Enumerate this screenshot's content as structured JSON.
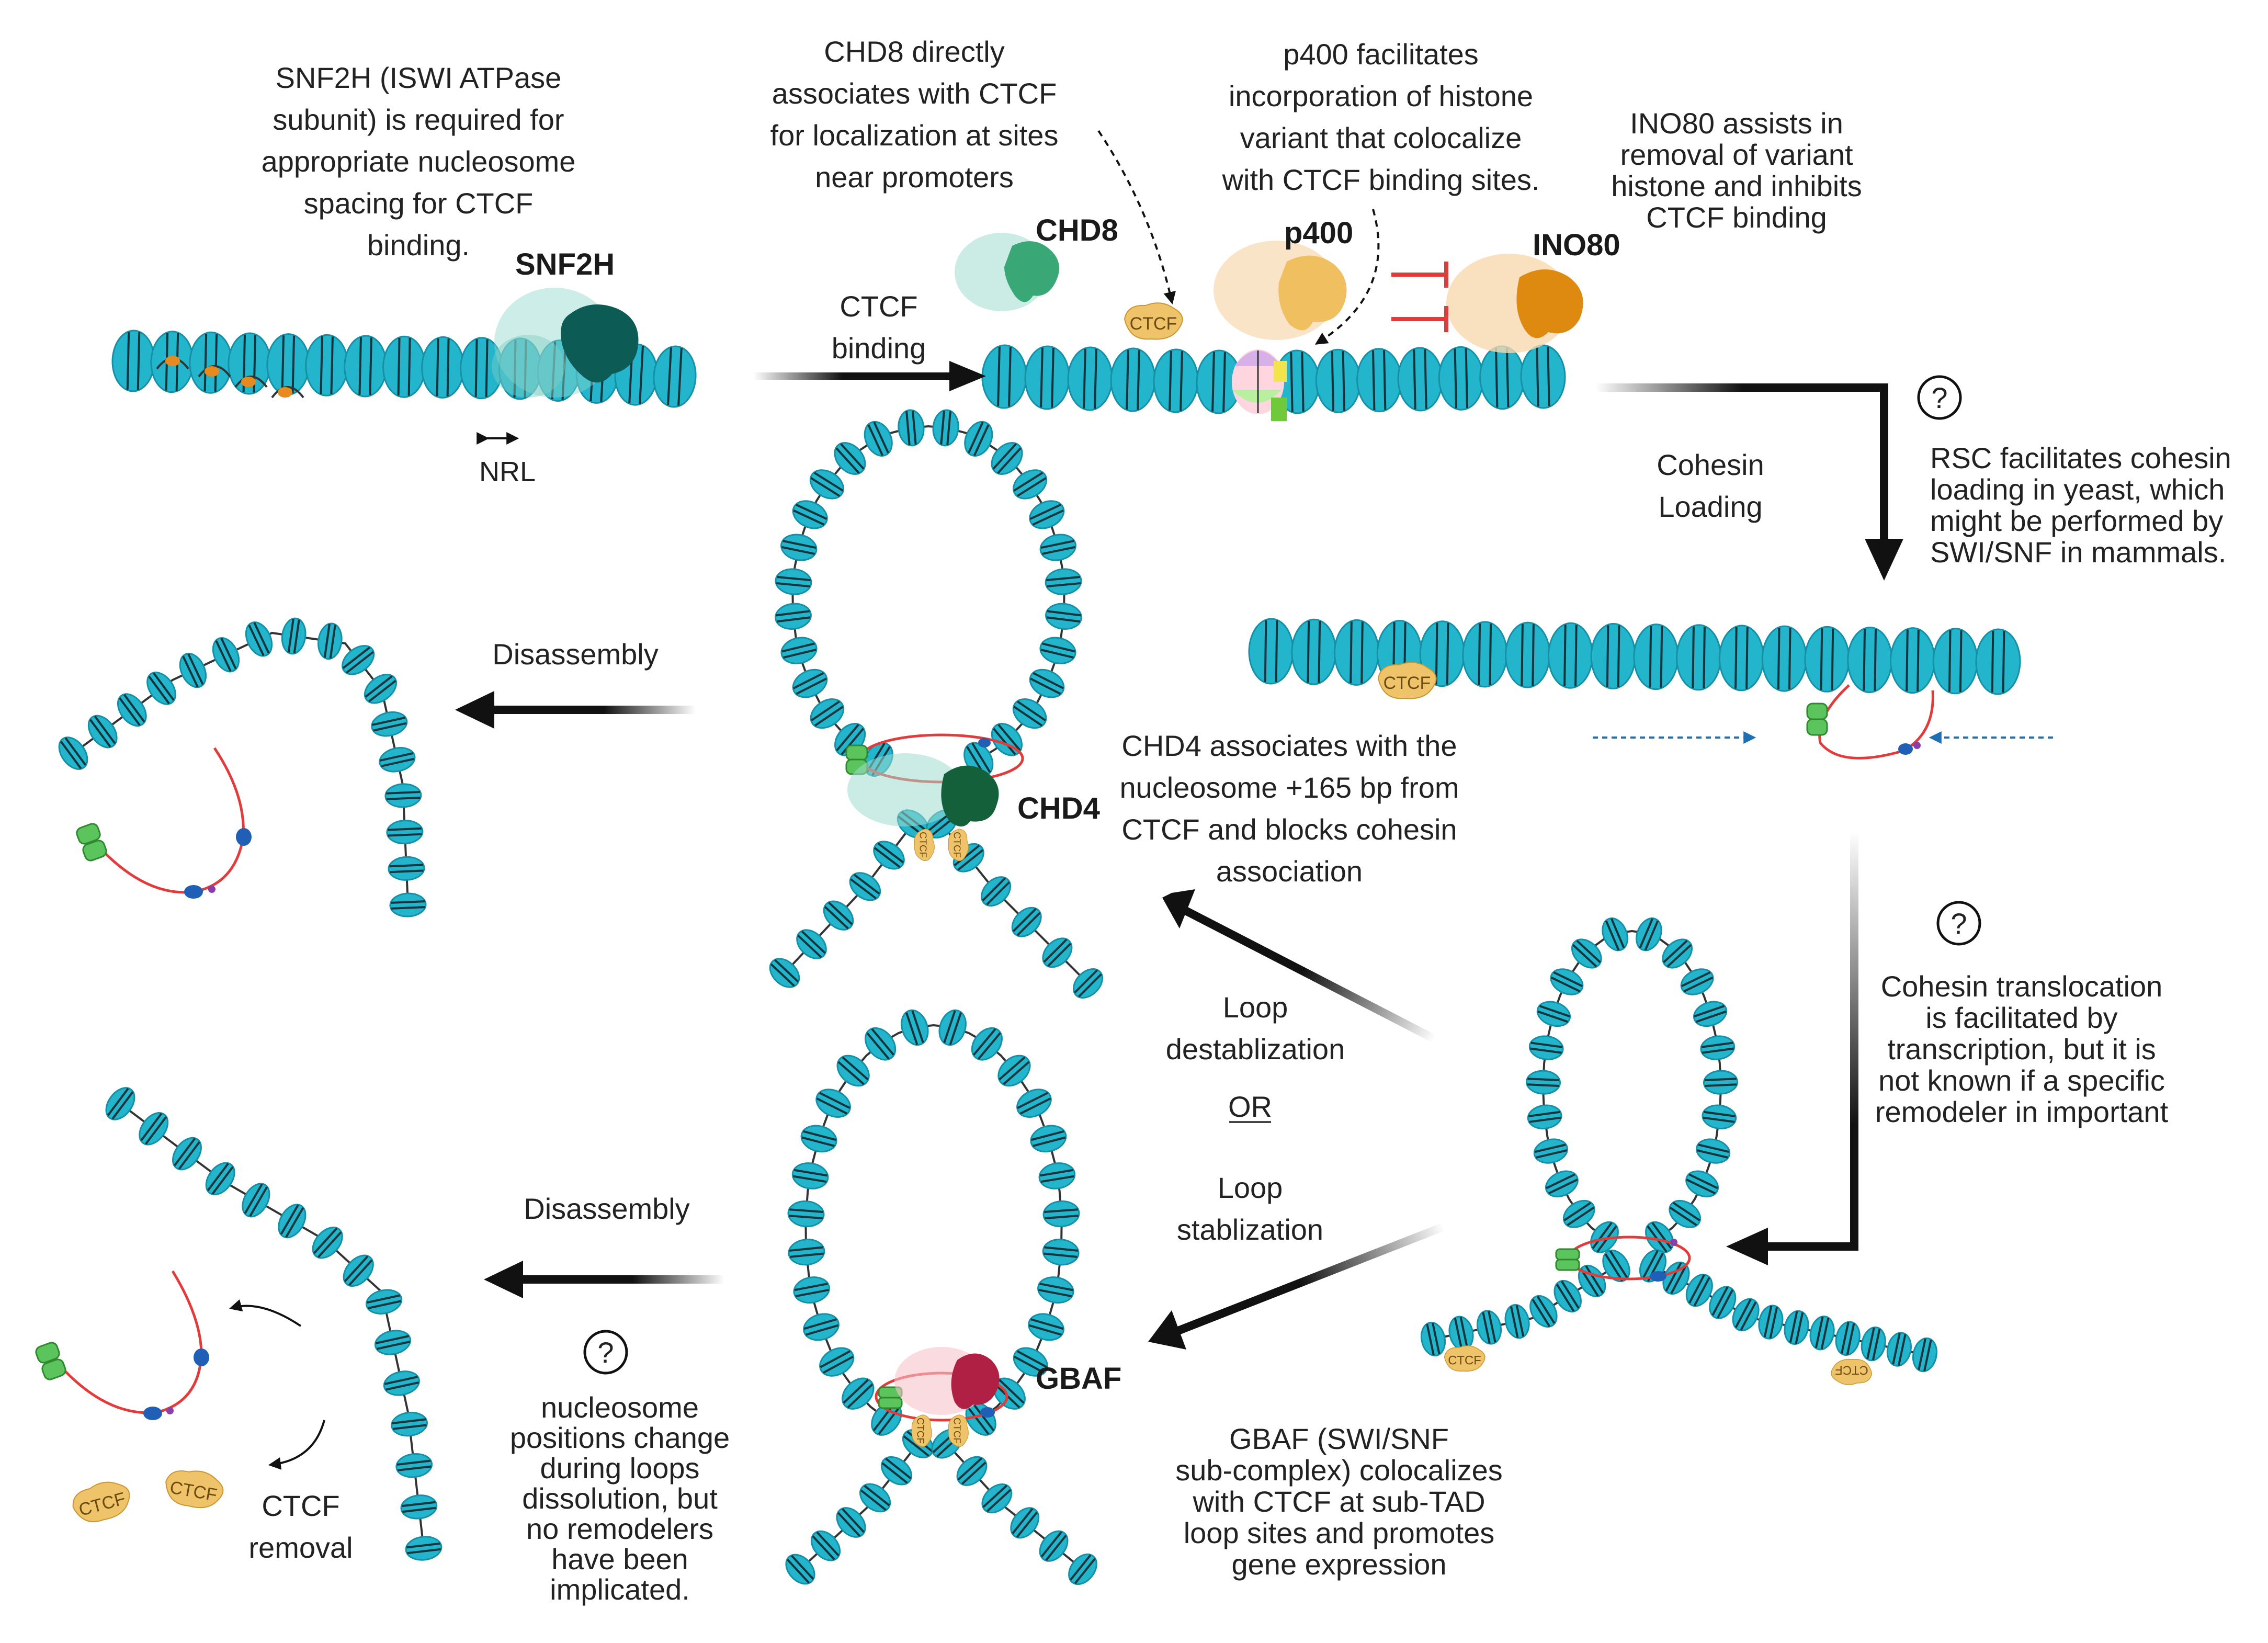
{
  "colors": {
    "nucleosome": "#22b5cc",
    "nucleosome_dark": "#1590a6",
    "dna": "#333333",
    "cohesin_ring": "#e23b3b",
    "cohesin_green": "#5cc45c",
    "ctcf": "#efc36a",
    "snf2h": "#0c5b55",
    "chd8": "#3aa777",
    "p400": "#f0c060",
    "ino80": "#de8a10",
    "chd4": "#13603a",
    "gbaf": "#b02045",
    "inhibit": "#e23b3b",
    "arrow": "#111111",
    "dashed_blue": "#1f6fb5"
  },
  "proteins": {
    "snf2h": "SNF2H",
    "chd8": "CHD8",
    "p400": "p400",
    "ino80": "INO80",
    "chd4": "CHD4",
    "gbaf": "GBAF",
    "ctcf": "CTCF"
  },
  "texts": {
    "snf2h_desc": [
      "SNF2H (ISWI ATPase",
      "subunit) is required for",
      "appropriate nucleosome",
      "spacing for CTCF",
      "binding."
    ],
    "chd8_desc": [
      "CHD8 directly",
      "associates with CTCF",
      "for localization at  sites",
      "near promoters"
    ],
    "p400_desc": [
      "p400 facilitates",
      "incorporation of histone",
      "variant that colocalize",
      "with CTCF binding sites."
    ],
    "ino80_desc": [
      "INO80 assists in",
      "removal of variant",
      "histone and inhibits",
      "CTCF binding"
    ],
    "nrl": "NRL",
    "ctcf_binding": [
      "CTCF",
      "binding"
    ],
    "cohesin_loading": [
      "Cohesin",
      "Loading"
    ],
    "rsc_desc": [
      "RSC facilitates cohesin",
      "loading in yeast, which",
      "might be performed by",
      "SWI/SNF in mammals."
    ],
    "disassembly_top": "Disassembly",
    "chd4_desc": [
      "CHD4 associates with the",
      "nucleosome +165 bp from",
      "CTCF and blocks cohesin",
      "association"
    ],
    "translocation_desc": [
      "Cohesin translocation",
      "is facilitated by",
      "transcription, but it is",
      "not known if a specific",
      "remodeler in important"
    ],
    "loop_destab": [
      "Loop",
      "destablization"
    ],
    "or": "OR",
    "loop_stab": [
      "Loop",
      "stablization"
    ],
    "disassembly_bottom": "Disassembly",
    "nucleosome_desc": [
      "nucleosome",
      "positions change",
      "during loops",
      "dissolution, but",
      "no remodelers",
      "have been",
      "implicated."
    ],
    "gbaf_desc": [
      "GBAF (SWI/SNF",
      "sub-complex) colocalizes",
      "with CTCF at sub-TAD",
      "loop sites and promotes",
      "gene expression"
    ],
    "ctcf_removal": [
      "CTCF",
      "removal"
    ],
    "question": "?"
  }
}
